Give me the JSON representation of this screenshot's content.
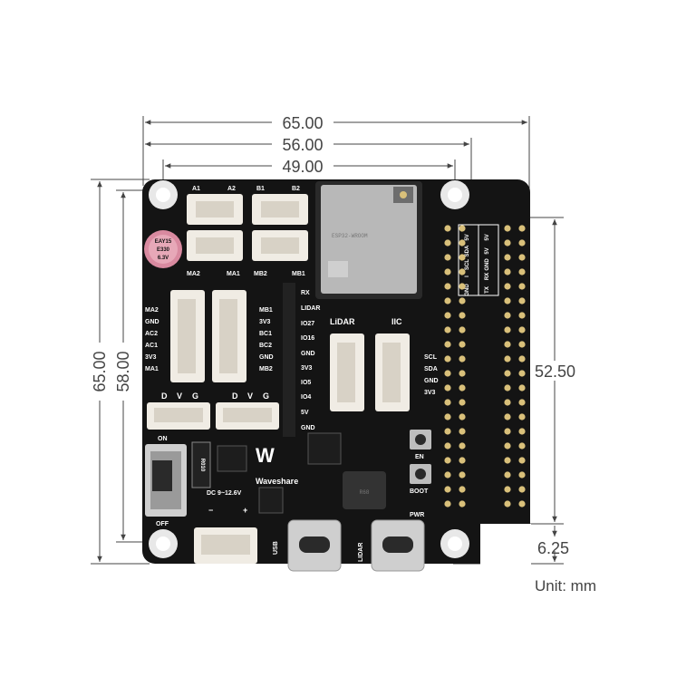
{
  "dimensions": {
    "width_overall": "65.00",
    "width_holes": "56.00",
    "width_inner": "49.00",
    "height_overall": "65.00",
    "height_holes": "58.00",
    "header_span": "52.50",
    "bottom_offset": "6.25",
    "unit_label": "Unit: mm"
  },
  "board": {
    "brand": "Waveshare",
    "motor_top": [
      "A1",
      "A2",
      "B1",
      "B2"
    ],
    "motor_bottom": [
      "MA2",
      "MA1",
      "MB2",
      "MB1"
    ],
    "left_pins": [
      "MA2",
      "GND",
      "AC2",
      "AC1",
      "3V3",
      "MA1"
    ],
    "right_pins": [
      "MB1",
      "3V3",
      "BC1",
      "BC2",
      "GND",
      "MB2"
    ],
    "dvg": [
      "D",
      "V",
      "G"
    ],
    "io_pins": [
      "RX",
      "LIDAR",
      "IO27",
      "IO16",
      "GND",
      "3V3",
      "IO5",
      "IO4",
      "5V",
      "GND"
    ],
    "lidar_label": "LiDAR",
    "iic_label": "IIC",
    "iic_pins": [
      "SCL",
      "SDA",
      "GND",
      "3V3"
    ],
    "uart_table": [
      [
        "5V",
        "5V"
      ],
      [
        "SDA",
        "5V"
      ],
      [
        "SCL",
        "GND"
      ],
      [
        "I",
        "RX"
      ],
      [
        "GND",
        "TX"
      ]
    ],
    "switch_on": "ON",
    "switch_off": "OFF",
    "fuse_label": "R010",
    "power_label": "DC 9~12.6V",
    "minus": "−",
    "plus": "+",
    "usb_label": "USB",
    "lidar_port_label": "LIDAR",
    "en_label": "EN",
    "boot_label": "BOOT",
    "pwr_label": "PWR",
    "inductor_label": "R68",
    "cap_lines": [
      "EAY15",
      "E330",
      "6.3V"
    ]
  },
  "colors": {
    "pcb": "#141414",
    "connector": "#f0ece4",
    "header": "#d9c07a",
    "module": "#b8b8b8",
    "dim_line": "#444444"
  }
}
